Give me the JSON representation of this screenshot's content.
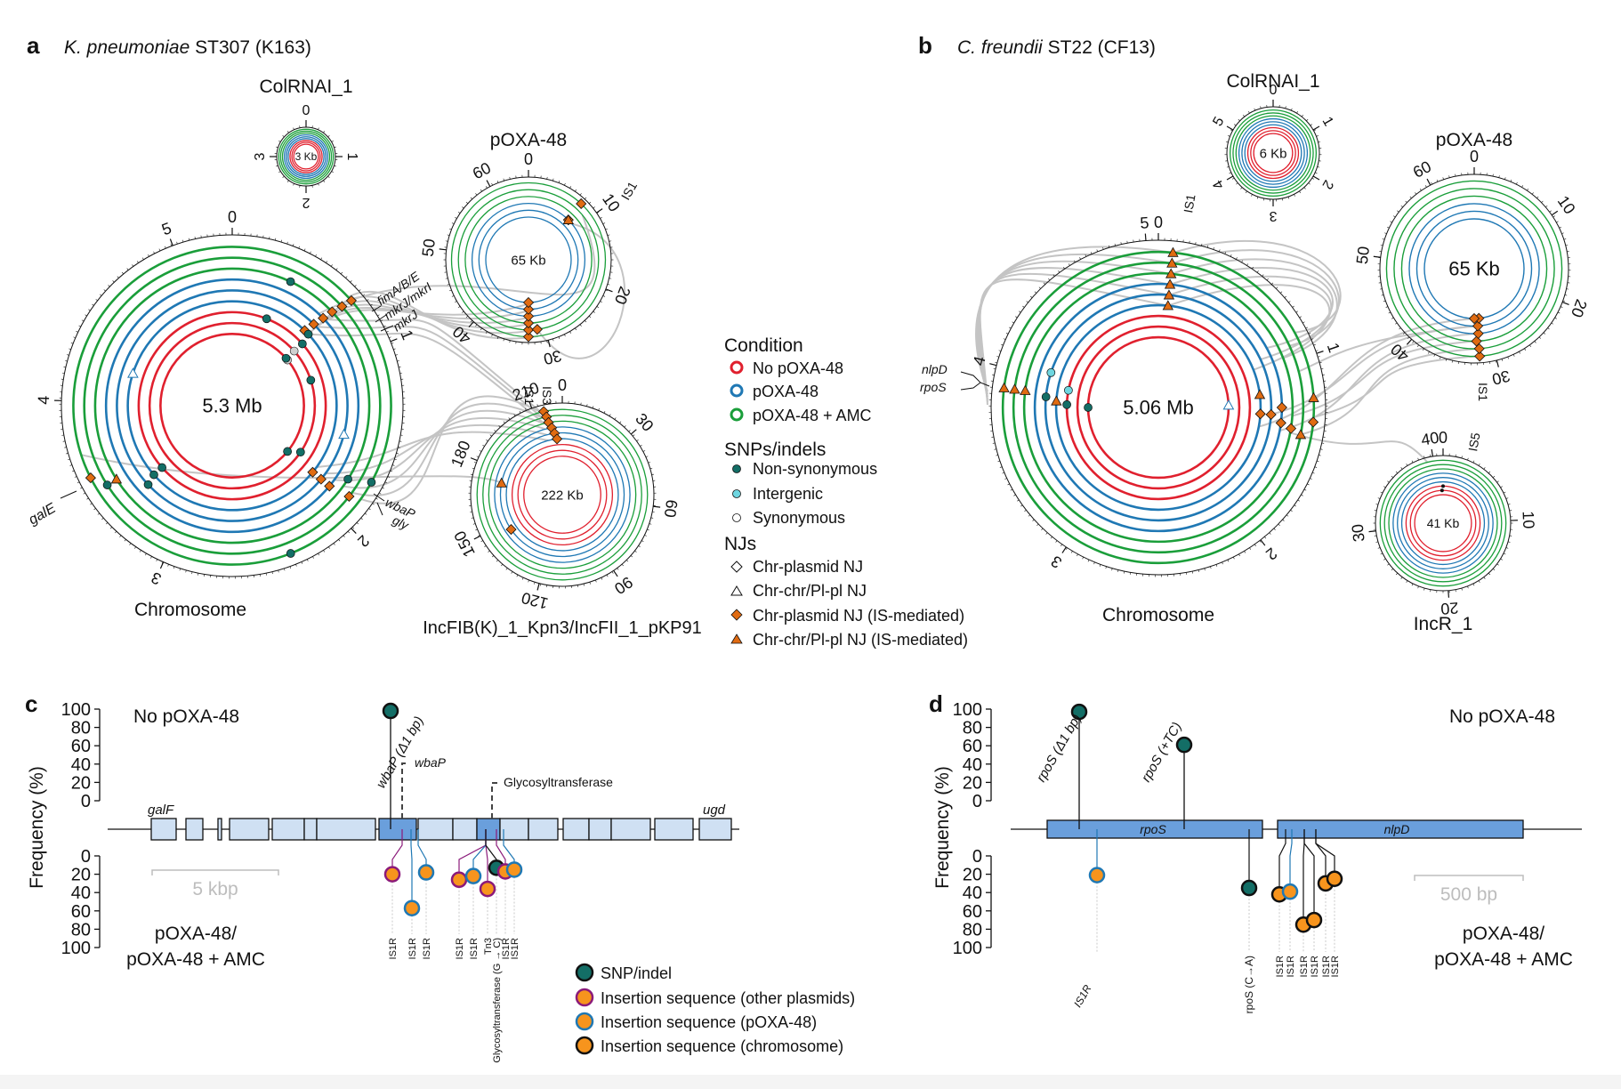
{
  "colors": {
    "no_poxa": "#e0202e",
    "poxa": "#1f78b4",
    "poxa_amc": "#1a9e3a",
    "nonsyn": "#136e66",
    "intergenic": "#6fd6e0",
    "synonymous": "#d0d0d0",
    "is_marker": "#e06b12",
    "link": "#c4c4c4",
    "gene_light": "#cfe0f3",
    "gene_dark": "#6a9fdc",
    "dot_orange": "#f7941d",
    "outline_other_plasmids": "#8b1a7a",
    "outline_poxa": "#1f78b4",
    "outline_chromosome": "#111111",
    "scalebar": "#bdbdbd"
  },
  "panel_a": {
    "letter": "a",
    "species": "K. pneumoniae",
    "strain": "ST307 (K163)",
    "plots": {
      "colrnai": {
        "title": "ColRNAI_1",
        "size": "3 Kb",
        "ticks": [
          "0",
          "1",
          "2",
          "3"
        ],
        "tick_fractions": [
          0,
          0.25,
          0.5,
          0.75
        ],
        "rings": [
          "g",
          "g",
          "g",
          "b",
          "b",
          "b",
          "r",
          "r",
          "r"
        ]
      },
      "poxa": {
        "title": "pOXA-48",
        "size": "65 Kb",
        "ticks": [
          "0",
          "10",
          "20",
          "30",
          "40",
          "50",
          "60"
        ],
        "tick_fractions": [
          0,
          0.1538,
          0.3077,
          0.4615,
          0.6154,
          0.7692,
          0.9231
        ],
        "rings": [
          "g",
          "g",
          "g",
          "b",
          "b",
          "b"
        ]
      },
      "incfib": {
        "title": "IncFIB(K)_1_Kpn3/IncFII_1_pKP91",
        "size": "222 Kb",
        "ticks": [
          "0",
          "30",
          "60",
          "90",
          "120",
          "150",
          "180",
          "210"
        ],
        "tick_fractions": [
          0,
          0.1351,
          0.2703,
          0.4054,
          0.5405,
          0.6757,
          0.8108,
          0.9459
        ],
        "rings": [
          "g",
          "g",
          "g",
          "b",
          "b",
          "b",
          "r",
          "r",
          "r"
        ]
      },
      "chromosome": {
        "title": "Chromosome",
        "size": "5.3 Mb",
        "ticks": [
          "0",
          "1",
          "2",
          "3",
          "4",
          "5"
        ],
        "tick_fractions": [
          0,
          0.1887,
          0.3774,
          0.566,
          0.7547,
          0.9434
        ],
        "rings": [
          "g",
          "g",
          "g",
          "b",
          "b",
          "b",
          "r",
          "r",
          "r"
        ]
      }
    },
    "annotations": [
      "fimA/B/E",
      "mkrJ/mkrI",
      "mkrJ",
      "wbaP",
      "gly",
      "galE",
      "IS1",
      "IS1",
      "IS3"
    ]
  },
  "panel_b": {
    "letter": "b",
    "species": "C. freundii",
    "strain": "ST22 (CF13)",
    "plots": {
      "colrnai": {
        "title": "ColRNAI_1",
        "size": "6 Kb",
        "ticks": [
          "0",
          "1",
          "2",
          "3",
          "4",
          "5"
        ],
        "tick_fractions": [
          0,
          0.1667,
          0.3333,
          0.5,
          0.6667,
          0.8333
        ],
        "rings": [
          "g",
          "g",
          "g",
          "b",
          "b",
          "b",
          "r",
          "r",
          "r"
        ]
      },
      "poxa": {
        "title": "pOXA-48",
        "size": "65 Kb",
        "ticks": [
          "0",
          "10",
          "20",
          "30",
          "40",
          "50",
          "60"
        ],
        "tick_fractions": [
          0,
          0.1538,
          0.3077,
          0.4615,
          0.6154,
          0.7692,
          0.9231
        ],
        "rings": [
          "g",
          "g",
          "g",
          "b",
          "b",
          "b"
        ]
      },
      "chromosome": {
        "title": "Chromosome",
        "size": "5.06 Mb",
        "ticks": [
          "0",
          "1",
          "2",
          "3",
          "4",
          "5"
        ],
        "tick_fractions": [
          0,
          0.1976,
          0.3953,
          0.5929,
          0.7905,
          0.9881
        ],
        "rings": [
          "g",
          "g",
          "g",
          "b",
          "b",
          "b",
          "r",
          "r",
          "r"
        ]
      },
      "incr": {
        "title": "IncR_1",
        "size": "41 Kb",
        "ticks": [
          "0",
          "10",
          "20",
          "30",
          "40"
        ],
        "tick_fractions": [
          0,
          0.2439,
          0.4878,
          0.7317,
          0.9756
        ],
        "rings": [
          "g",
          "g",
          "g",
          "b",
          "b",
          "b",
          "r",
          "r",
          "r"
        ]
      }
    },
    "annotations": [
      "nlpD",
      "rpoS",
      "IS1",
      "IS1",
      "IS5"
    ]
  },
  "legend": {
    "condition_title": "Condition",
    "conditions": [
      "No pOXA-48",
      "pOXA-48",
      "pOXA-48 + AMC"
    ],
    "snps_title": "SNPs/indels",
    "snps": [
      "Non-synonymous",
      "Intergenic",
      "Synonymous"
    ],
    "njs_title": "NJs",
    "njs": [
      "Chr-plasmid NJ",
      "Chr-chr/Pl-pl NJ",
      "Chr-plasmid NJ (IS-mediated)",
      "Chr-chr/Pl-pl NJ (IS-mediated)"
    ]
  },
  "panel_c": {
    "letter": "c",
    "ylabel": "Frequency (%)",
    "upper_ticks": [
      "100",
      "80",
      "60",
      "40",
      "20",
      "0"
    ],
    "lower_ticks": [
      "0",
      "20",
      "40",
      "60",
      "80",
      "100"
    ],
    "upper_condition": "No pOXA-48",
    "lower_condition_1": "pOXA-48/",
    "lower_condition_2": "pOXA-48 + AMC",
    "scale_bar": "5 kbp",
    "gene_labels": {
      "left": "galF",
      "right": "ugd",
      "wbap": "wbaP",
      "glyco": "Glycosyltransferase"
    },
    "upper_events": [
      {
        "label": "wbaP (Δ1 bp)",
        "type": "snp",
        "freq": 98
      }
    ],
    "lower_events": [
      {
        "label": "IS1R",
        "type": "other_plasmids",
        "freq": 20
      },
      {
        "label": "IS1R",
        "type": "poxa",
        "freq": 57
      },
      {
        "label": "IS1R",
        "type": "poxa",
        "freq": 18
      },
      {
        "label": "IS1R",
        "type": "other_plasmids",
        "freq": 26
      },
      {
        "label": "IS1R",
        "type": "poxa",
        "freq": 22
      },
      {
        "label": "Tn3",
        "type": "other_plasmids",
        "freq": 36
      },
      {
        "label": "Glycosyltransferase (G → C)",
        "type": "snp",
        "freq": 13
      },
      {
        "label": "IS1R",
        "type": "other_plasmids",
        "freq": 17
      },
      {
        "label": "IS1R",
        "type": "poxa",
        "freq": 15
      }
    ]
  },
  "panel_d": {
    "letter": "d",
    "ylabel": "Frequency (%)",
    "upper_ticks": [
      "100",
      "80",
      "60",
      "40",
      "20",
      "0"
    ],
    "lower_ticks": [
      "0",
      "20",
      "40",
      "60",
      "80",
      "100"
    ],
    "upper_condition": "No pOXA-48",
    "lower_condition_1": "pOXA-48/",
    "lower_condition_2": "pOXA-48 + AMC",
    "scale_bar": "500 bp",
    "gene_labels": {
      "rpos": "rpoS",
      "nlpd": "nlpD"
    },
    "upper_events": [
      {
        "label": "rpoS (Δ1 bp)",
        "type": "snp",
        "freq": 97
      },
      {
        "label": "rpoS (+TC)",
        "type": "snp",
        "freq": 61
      }
    ],
    "lower_events": [
      {
        "label": "IS1R",
        "type": "poxa",
        "freq": 21
      },
      {
        "label": "rpoS (C→A)",
        "type": "snp",
        "freq": 35
      },
      {
        "label": "IS1R",
        "type": "chromosome",
        "freq": 42
      },
      {
        "label": "IS1R",
        "type": "poxa",
        "freq": 39
      },
      {
        "label": "IS1R",
        "type": "chromosome",
        "freq": 75
      },
      {
        "label": "IS1R",
        "type": "chromosome",
        "freq": 70
      },
      {
        "label": "IS1R",
        "type": "chromosome",
        "freq": 30
      },
      {
        "label": "IS1R",
        "type": "chromosome",
        "freq": 25
      }
    ]
  },
  "legend_cd": {
    "items": [
      "SNP/indel",
      "Insertion sequence (other plasmids)",
      "Insertion sequence (pOXA-48)",
      "Insertion sequence (chromosome)"
    ]
  }
}
